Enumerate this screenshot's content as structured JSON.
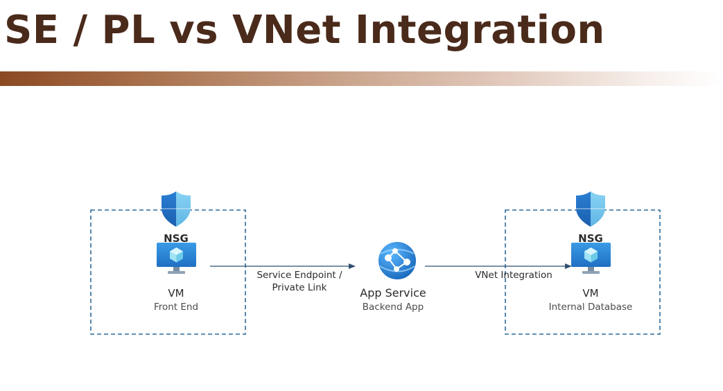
{
  "title": "SE / PL vs VNet Integration",
  "colors": {
    "title": "#4a2a1a",
    "box_border": "#2c6b9c",
    "arrow": "#2f4f6f",
    "label": "#2b2b2b",
    "sublabel": "#4a4a4a"
  },
  "nodes": {
    "front_vm": {
      "nsg_label": "NSG",
      "name": "VM",
      "role": "Front End",
      "icon": "virtual-machine-icon",
      "nsg_icon": "shield-icon"
    },
    "app_service": {
      "name": "App Service",
      "role": "Backend App",
      "icon": "app-service-icon"
    },
    "db_vm": {
      "nsg_label": "NSG",
      "name": "VM",
      "role": "Internal Database",
      "icon": "virtual-machine-icon",
      "nsg_icon": "shield-icon"
    }
  },
  "edges": {
    "front_to_app": {
      "label_line1": "Service Endpoint /",
      "label_line2": "Private Link"
    },
    "app_to_db": {
      "label": "VNet Integration"
    }
  }
}
